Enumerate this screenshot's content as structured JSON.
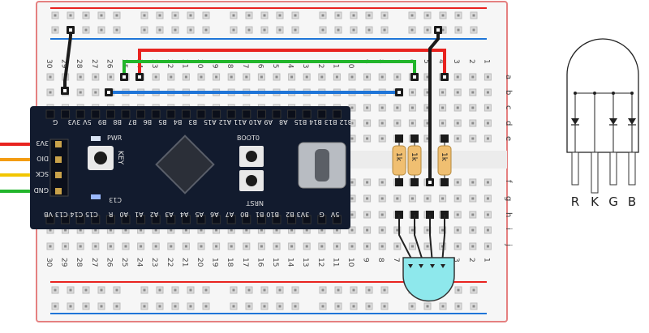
{
  "breadboard": {
    "column_numbers": [
      "30",
      "29",
      "28",
      "27",
      "26",
      "25",
      "24",
      "23",
      "22",
      "21",
      "20",
      "19",
      "18",
      "17",
      "16",
      "15",
      "14",
      "13",
      "12",
      "11",
      "10",
      "9",
      "8",
      "7",
      "6",
      "5",
      "4",
      "3",
      "2",
      "1"
    ],
    "row_letters_top": [
      "a",
      "b",
      "c",
      "d",
      "e"
    ],
    "row_letters_bottom": [
      "f",
      "g",
      "h",
      "i",
      "j"
    ]
  },
  "board": {
    "top_pins": [
      "G",
      "3V3",
      "5V",
      "B9",
      "B8",
      "B7",
      "B6",
      "B5",
      "B4",
      "B3",
      "A15",
      "A12",
      "A11",
      "A10",
      "A9",
      "A8",
      "B15",
      "B14",
      "B13",
      "B12"
    ],
    "bottom_pins": [
      "VB",
      "C13",
      "C14",
      "C15",
      "R",
      "A0",
      "A1",
      "A2",
      "A3",
      "A4",
      "A5",
      "A6",
      "A7",
      "B0",
      "B1",
      "B10",
      "B2",
      "3V3",
      "G",
      "5V"
    ],
    "labels": {
      "pwr": "PWR",
      "key": "KEY",
      "boot0": "BOOT0",
      "nrst": "NRST",
      "c13": "C13"
    },
    "swd_pins": [
      "3V3",
      "DIO",
      "SCK",
      "GND"
    ]
  },
  "resistors": [
    {
      "label": "1k"
    },
    {
      "label": "1k"
    },
    {
      "label": "1k"
    }
  ],
  "rgb_led": {
    "pin_labels": [
      "R",
      "K",
      "G",
      "B"
    ]
  },
  "colors": {
    "wire_red": "#e8231f",
    "wire_green": "#22b52b",
    "wire_blue": "#1f75d8",
    "wire_black": "#1a1a1a",
    "wire_yellow": "#f2c500",
    "wire_orange": "#f39c12",
    "board": "#121b2e",
    "led_body": "#8ee8ec",
    "resistor": "#f0bf71"
  }
}
